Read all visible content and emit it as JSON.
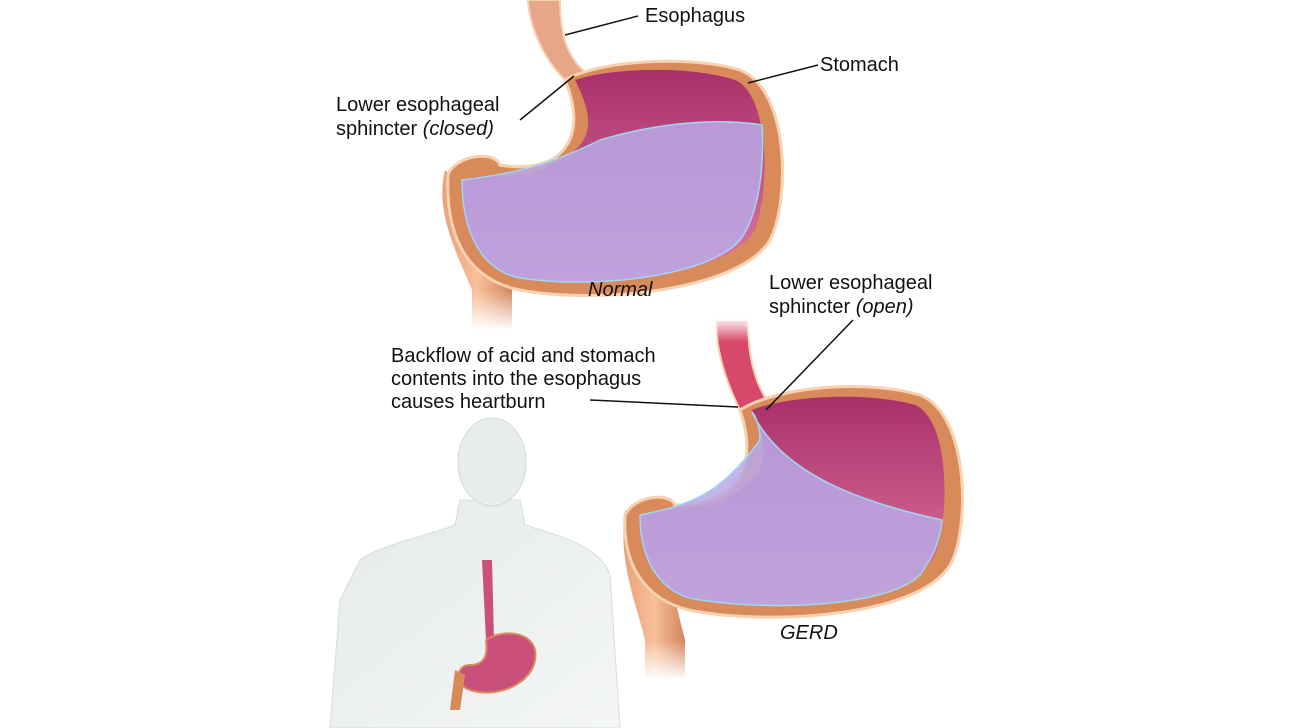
{
  "labels": {
    "esophagus": "Esophagus",
    "stomach": "Stomach",
    "les_closed_line1": "Lower esophageal",
    "les_closed_line2": "sphincter",
    "les_closed_state": "(closed)",
    "normal": "Normal",
    "les_open_line1": "Lower esophageal",
    "les_open_line2": "sphincter",
    "les_open_state": "(open)",
    "backflow_line1": "Backflow of acid and stomach",
    "backflow_line2": "contents into the esophagus",
    "backflow_line3": "causes heartburn",
    "gerd": "GERD"
  },
  "colors": {
    "wall": "#e9a07a",
    "lining": "#c9507a",
    "fluid": "#b9a8e6",
    "outer": "#d98a5a"
  }
}
